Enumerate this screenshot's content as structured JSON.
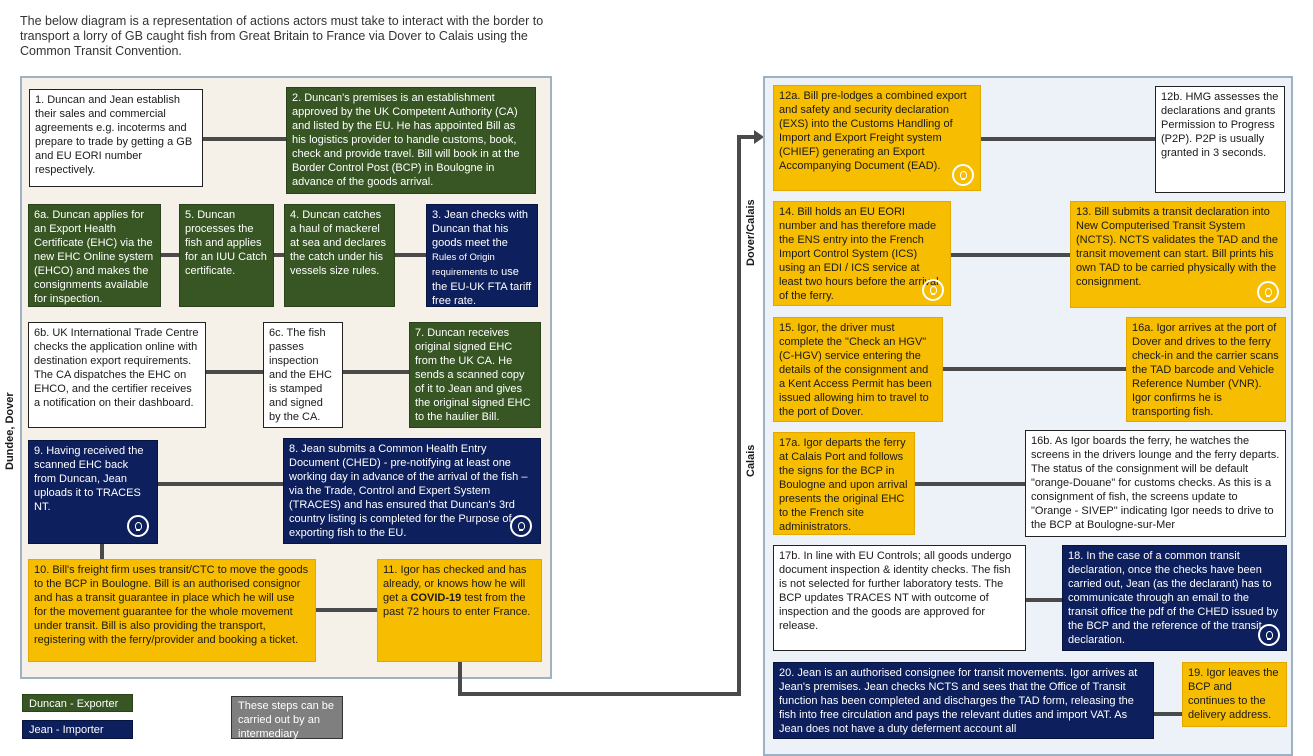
{
  "intro": "The below diagram is a representation of actions actors must take to interact with the border to transport a lorry of GB caught fish from Great Britain to France via Dover to Calais using the Common Transit Convention.",
  "left_label": "Dundee, Dover",
  "right_label_top": "Dover/Calais",
  "right_label_bottom": "Calais",
  "boxes": {
    "b1": "1. Duncan and Jean establish their sales and commercial agreements e.g. incoterms and prepare to trade by getting a GB and EU EORI number respectively.",
    "b2": "2. Duncan's premises is an establishment approved by the UK Competent Authority (CA) and listed by the EU. He has appointed Bill as his logistics provider to handle customs, book, check and provide travel. Bill will book in at the Border Control Post (BCP) in Boulogne in advance of the goods arrival.",
    "b6a": "6a. Duncan applies for an Export Health Certificate (EHC) via the new EHC Online system (EHCO) and makes the consignments available for inspection.",
    "b5": "5. Duncan processes the fish and applies for an IUU Catch certificate.",
    "b4": "4. Duncan catches a haul of mackerel at sea and declares the catch under his vessels size rules.",
    "b3a": "3. Jean checks with Duncan that his goods meet the",
    "b3b": "Rules of Origin requirements to",
    "b3c": "use the EU-UK FTA tariff free rate.",
    "b6b": "6b. UK International Trade Centre checks the application online with destination export requirements. The CA dispatches the EHC on EHCO, and the certifier receives a notification on their dashboard.",
    "b6c": "6c. The fish passes inspection and the EHC is stamped and signed by the CA.",
    "b7": "7. Duncan receives original signed EHC from the UK CA. He sends a scanned copy of it to Jean and gives the original signed EHC to the haulier Bill.",
    "b9": "9. Having received the scanned EHC back from Duncan, Jean uploads it to TRACES NT.",
    "b8": "8. Jean submits a Common Health Entry Document (CHED) - pre-notifying at least one working day in advance of the arrival of the fish – via the Trade, Control and Expert System (TRACES) and has ensured that Duncan's 3rd country listing is completed for the Purpose of exporting fish to the EU.",
    "b10": "10. Bill's freight firm uses transit/CTC to move the goods to the BCP in Boulogne. Bill is an authorised consignor and has a transit guarantee in place which he will use for the movement guarantee for the whole movement under transit. Bill is also providing the transport, registering with the ferry/provider and booking a ticket.",
    "b11a": "11. Igor has checked and has already, or knows how he will get a",
    "b11b": "COVID-19",
    "b11c": "test from the past 72 hours to enter France.",
    "b12a": "12a. Bill pre-lodges a combined export and safety and security declaration (EXS) into the Customs Handling of Import and Export Freight system (CHIEF) generating an Export Accompanying Document (EAD).",
    "b12b": "12b. HMG assesses the declarations and grants Permission to Progress (P2P). P2P is usually granted in 3 seconds.",
    "b14": "14. Bill holds an EU EORI number and has therefore made the ENS entry into the French Import Control System (ICS) using an EDI / ICS service at least two hours before the arrival of the ferry.",
    "b13": "13. Bill submits a transit declaration into New Computerised Transit System (NCTS). NCTS validates the TAD and the transit movement can start. Bill prints his own TAD to be carried physically with the consignment.",
    "b15": "15. Igor, the driver must complete the \"Check an HGV\" (C-HGV) service entering the details of the consignment and a Kent Access Permit has been issued allowing him to travel to the port of Dover.",
    "b16a": "16a. Igor arrives at the port of Dover and drives to the ferry check-in and the carrier scans the TAD barcode and Vehicle Reference Number (VNR). Igor confirms he is transporting fish.",
    "b17a": "17a. Igor departs the ferry at Calais Port and follows the signs for the BCP in Boulogne and upon arrival presents the original EHC to the French site administrators.",
    "b16b": "16b. As Igor boards the ferry, he watches the screens in the drivers lounge and the ferry departs. The status of the consignment will be default \"orange-Douane\" for customs checks. As this is a consignment of fish, the screens update to \"Orange - SIVEP\" indicating Igor needs to drive to the BCP at Boulogne-sur-Mer",
    "b17b": "17b. In line with EU Controls; all goods undergo document inspection & identity checks. The fish is not selected for further laboratory tests. The BCP updates TRACES NT with outcome of inspection and the goods are approved for release.",
    "b18": "18. In the case of a common transit declaration, once the checks have been carried out, Jean (as the declarant) has to communicate through an email to the transit office the pdf of the CHED issued by the BCP and the reference of the transit declaration.",
    "b20": "20. Jean is an authorised consignee for transit movements. Igor arrives at Jean's premises. Jean checks NCTS and sees that the Office of Transit function has been completed and discharges the TAD form, releasing the fish into free circulation and pays the relevant duties and import VAT. As Jean does not have a duty deferment account all",
    "b19": "19. Igor leaves the BCP and continues to the delivery address."
  },
  "legend": {
    "exporter": "Duncan - Exporter",
    "importer": "Jean - Importer",
    "intermediary": "These steps can be carried out by an intermediary"
  },
  "icons": [
    "lightbulb-icon"
  ],
  "colors": {
    "exporter": "#375623",
    "importer": "#0d1f5c",
    "intermediary": "#f7bd00",
    "authority": "#ffffff",
    "panel_border": "#9fb2c4"
  }
}
